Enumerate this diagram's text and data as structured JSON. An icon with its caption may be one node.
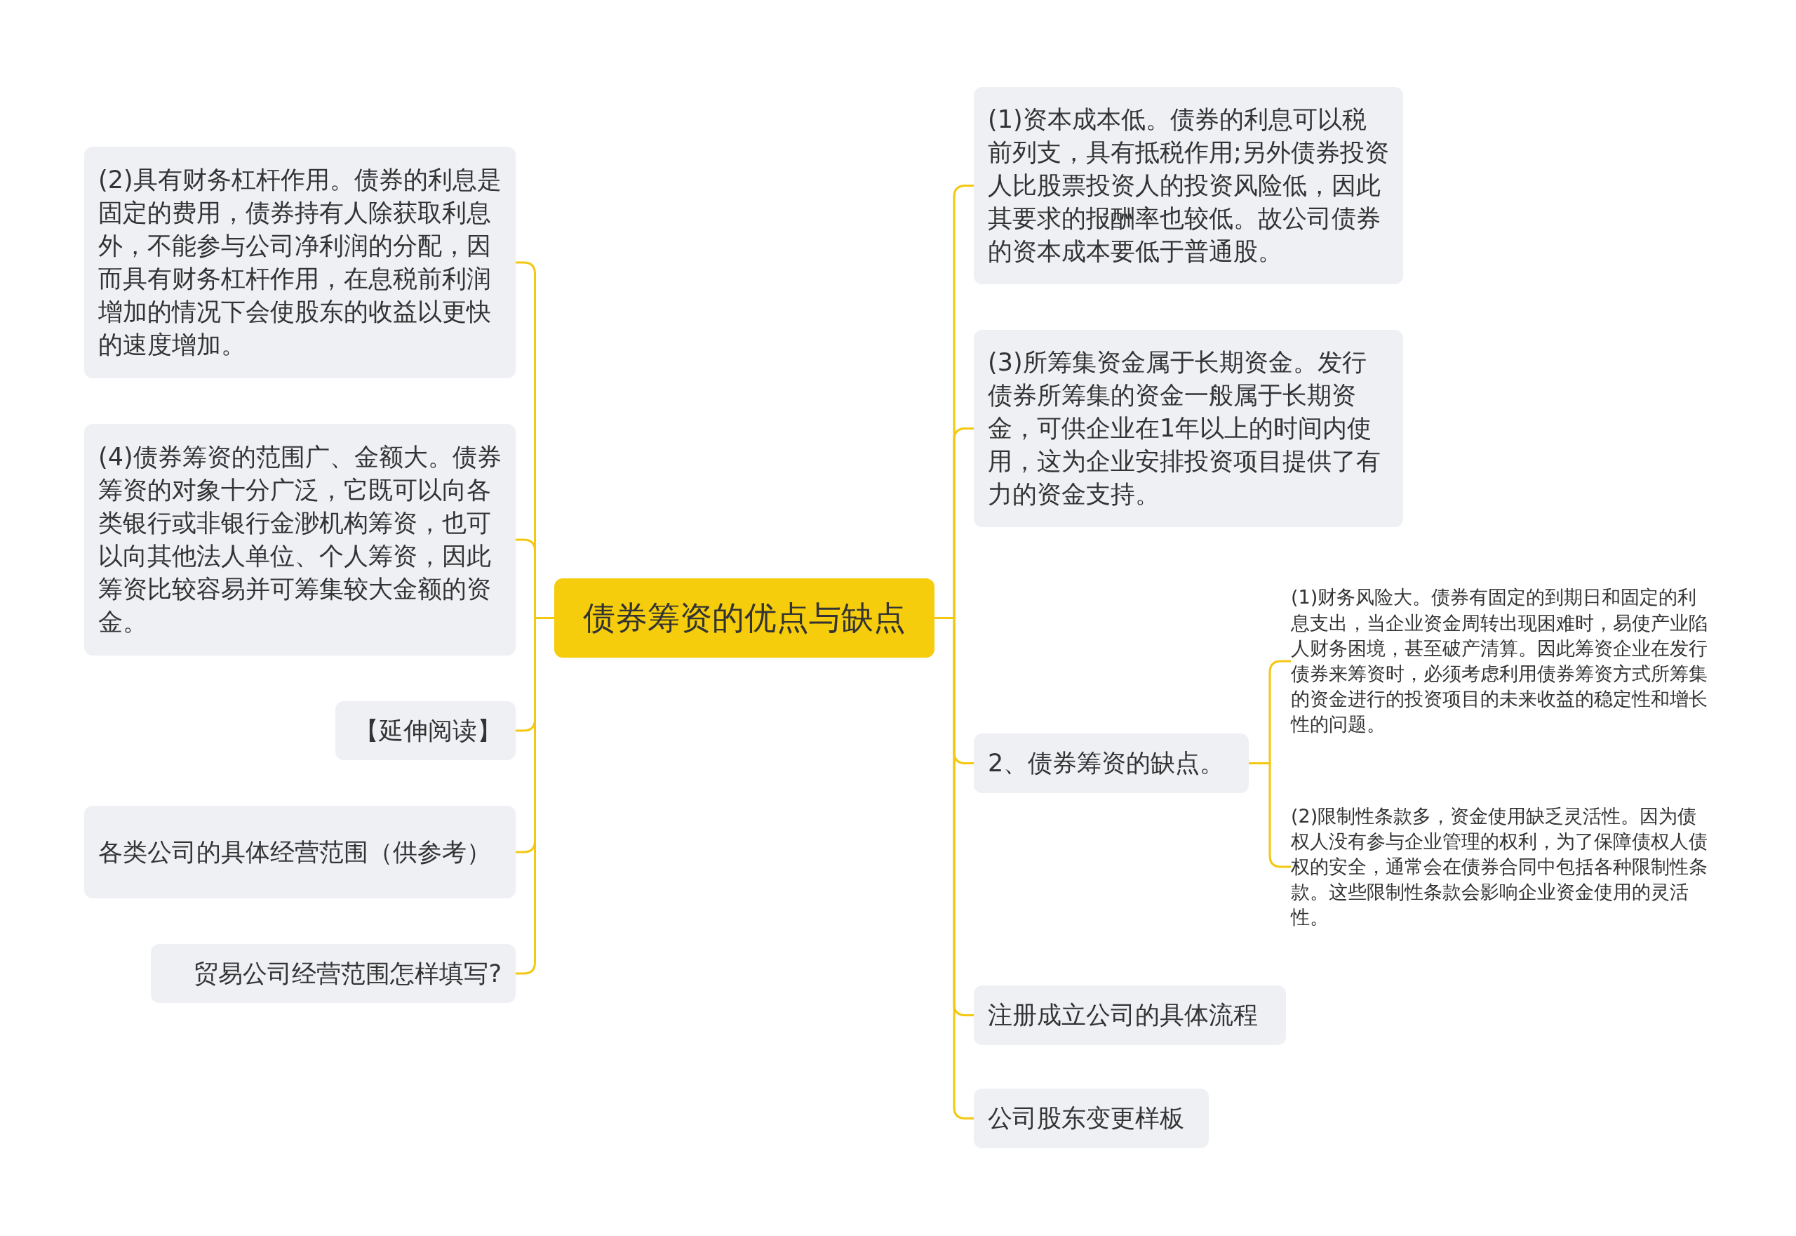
{
  "diagram": {
    "nodes": [
      {
        "text": [
          "债券筹资的优点与缺点"
        ]
      },
      {
        "text": [
          "(1)资本成本低。债券的利息可以税前列支，具有抵税作用;另外债券投资人比股票投资人的投资风险低，因此其要求的报酬率也较低。故公司债券的资本成本要低于普通股。"
        ]
      },
      {
        "text": [
          "(3)所筹集资金属于长期资金。发行债券所筹集的资金一般属于长期资金，可供企业在1年以上的时间内使用，这为企业安排投资项目提供了有力的资金支持。"
        ]
      },
      {
        "text": [
          "2、债券筹资的缺点。"
        ]
      },
      {
        "text": [
          "(1)财务风险大。债券有固定的到期日和固定的利息支出，当企业资金周转出现困难时，易使产业陷人财务困境，甚至破产清算。因此筹资企业在发行债券来筹资时，必须考虑利用债券筹资方式所筹集的资金进行的投资项目的未来收益的稳定性和增长性的问题。"
        ]
      },
      {
        "text": [
          "(2)限制性条款多，资金使用缺乏灵活性。因为债权人没有参与企业管理的权利，为了保障债权人债权的安全，通常会在债券合同中包括各种限制性条款。这些限制性条款会影响企业资金使用的灵活性。"
        ]
      },
      {
        "text": [
          "注册成立公司的具体流程"
        ]
      },
      {
        "text": [
          "公司股东变更样板"
        ]
      },
      {
        "text": [
          "(2)具有财务杠杆作用。债券的利息是固定的费用，债券持有人除获取利息外，不能参与公司净利润的分配，因而具有财务杠杆作用，在息税前利润增加的情况下会使股东的收益以更快的速度增加。"
        ]
      },
      {
        "text": [
          "(4)债券筹资的范围广、金额大。债券筹资的对象十分广泛，它既可以向各类银行或非银行金渺机构筹资，也可以向其他法人单位、个人筹资，因此筹资比较容易并可筹集较大金额的资金。"
        ]
      },
      {
        "text": [
          "【延伸阅读】"
        ]
      },
      {
        "text": [
          "各类公司的具体经营范围（供参考）"
        ]
      },
      {
        "text": [
          "贸易公司经营范围怎样填写?"
        ]
      }
    ],
    "edges": [
      {
        "from": 0,
        "to": 1,
        "arrow": "none"
      },
      {
        "from": 0,
        "to": 2,
        "arrow": "none"
      },
      {
        "from": 0,
        "to": 3,
        "arrow": "none"
      },
      {
        "from": 3,
        "to": 4,
        "arrow": "none"
      },
      {
        "from": 3,
        "to": 5,
        "arrow": "none"
      },
      {
        "from": 0,
        "to": 6,
        "arrow": "none"
      },
      {
        "from": 0,
        "to": 7,
        "arrow": "none"
      },
      {
        "from": 0,
        "to": 8,
        "arrow": "none"
      },
      {
        "from": 0,
        "to": 9,
        "arrow": "none"
      },
      {
        "from": 0,
        "to": 10,
        "arrow": "none"
      },
      {
        "from": 0,
        "to": 11,
        "arrow": "none"
      },
      {
        "from": 0,
        "to": 12,
        "arrow": "none"
      }
    ]
  }
}
